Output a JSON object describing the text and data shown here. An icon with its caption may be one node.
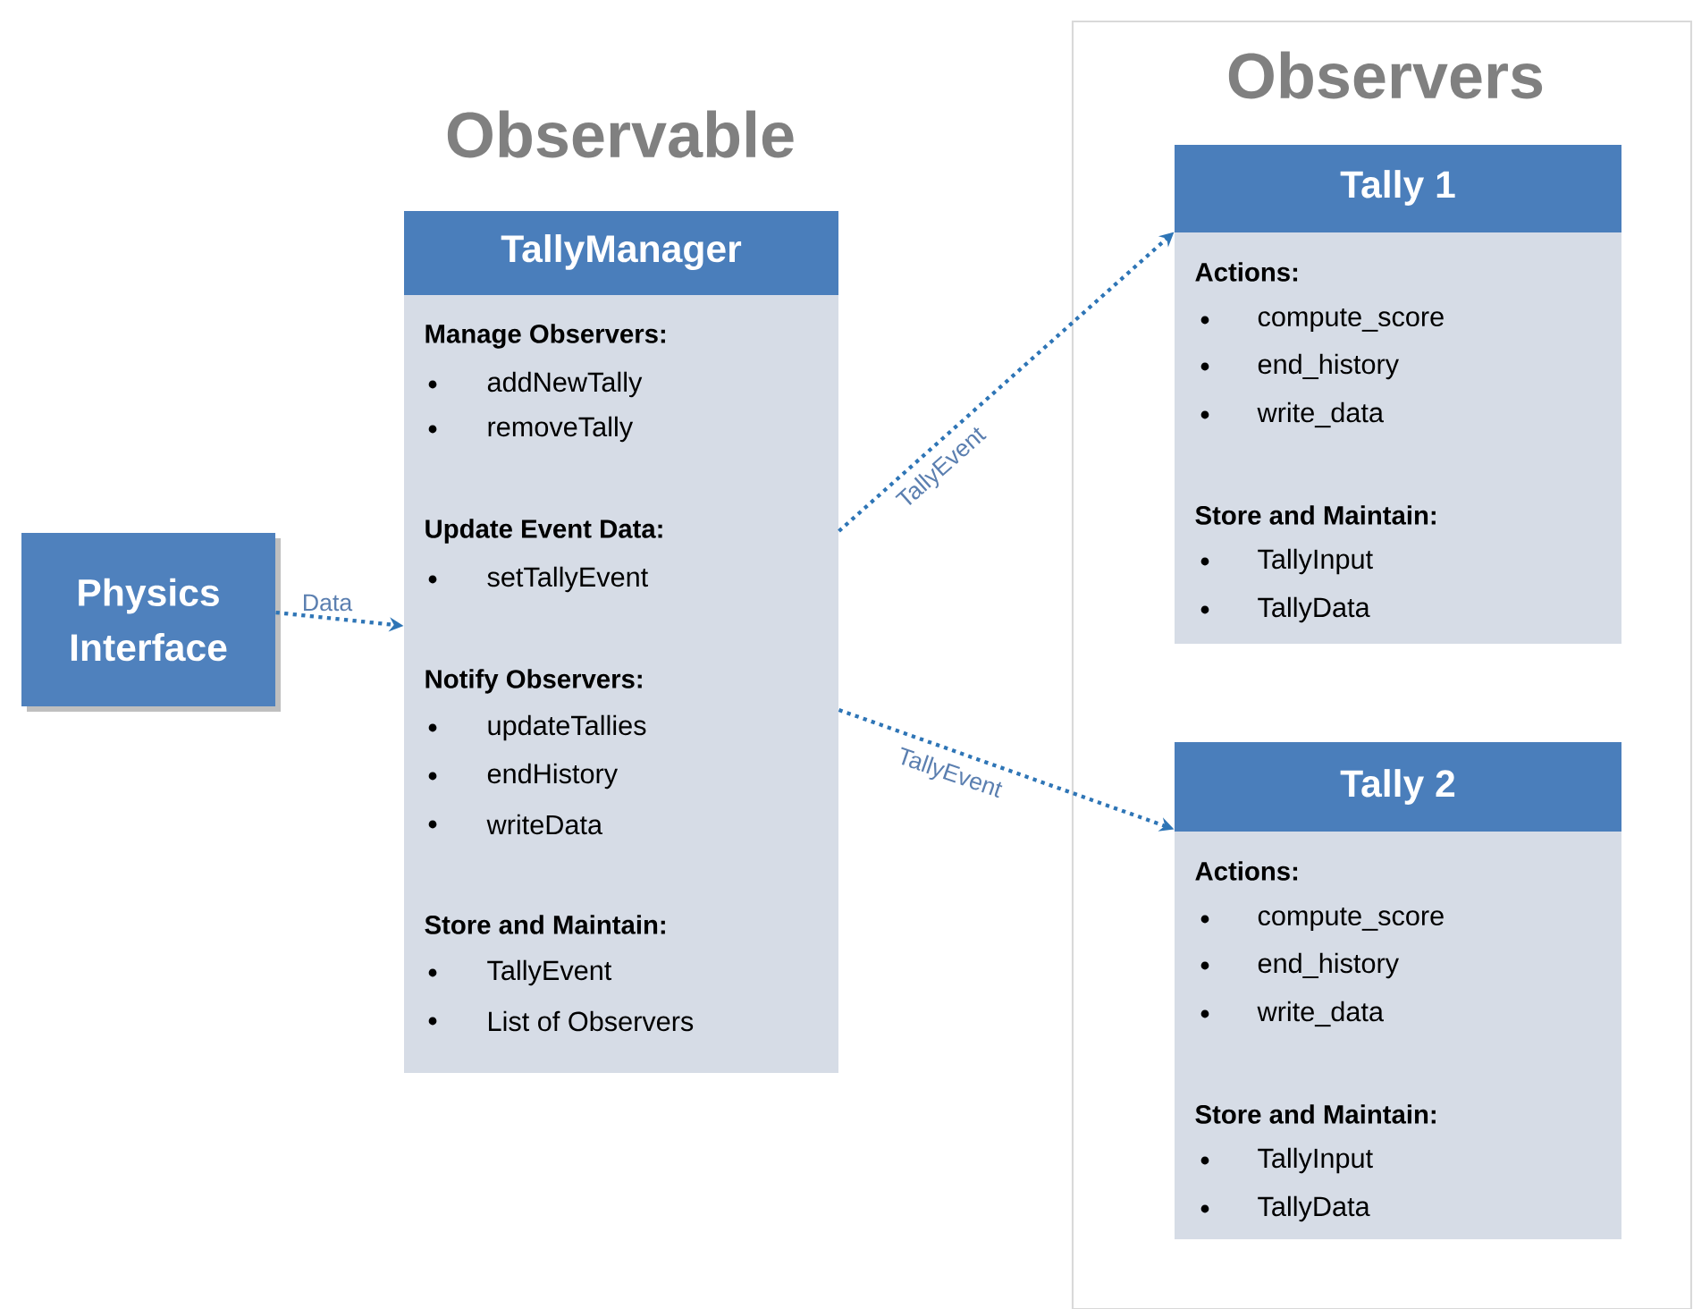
{
  "diagram": {
    "nodes": [
      {
        "text": [
          "Physics Interface"
        ]
      },
      {
        "text": [
          "Observers"
        ]
      },
      {
        "text": [
          "TallyManager",
          "Manage Observers:",
          "addNewTally",
          "removeTally",
          "Update Event Data:",
          "setTallyEvent",
          "Notify Observers:",
          "updateTallies",
          "endHistory",
          "writeData",
          "Store and Maintain:",
          "TallyEvent",
          "List of Observers"
        ],
        "beside": [
          "Observable"
        ]
      },
      {
        "text": [
          "Tally 1",
          "Actions:",
          "compute_score",
          "end_history",
          "write_data",
          "Store and Maintain:",
          "TallyInput",
          "TallyData"
        ],
        "in": 1
      },
      {
        "text": [
          "Tally 2",
          "Actions:",
          "compute_score",
          "end_history",
          "write_data",
          "Store and Maintain:",
          "TallyInput",
          "TallyData"
        ],
        "in": 1
      }
    ],
    "edges": [
      {
        "from": 0,
        "to": 2,
        "arrow": "to",
        "label": "Data"
      },
      {
        "from": 2,
        "to": 3,
        "arrow": "to",
        "label": "TallyEvent"
      },
      {
        "from": 2,
        "to": 4,
        "arrow": "to",
        "label": "TallyEvent"
      }
    ]
  }
}
